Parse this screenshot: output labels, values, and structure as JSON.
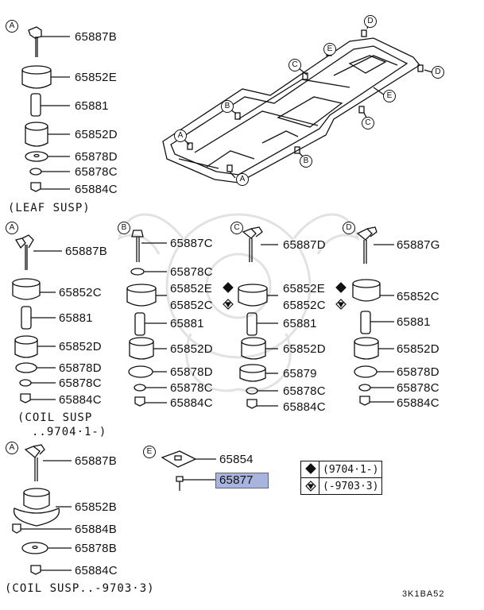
{
  "diagram": {
    "labels": {
      "a_bolt": "65887B",
      "a_upper_bush": "65852E",
      "a_collar": "65881",
      "a_lower_bush": "65852D",
      "a_washer": "65878D",
      "a_washer_small": "65878C",
      "a_nut": "65884C",
      "leaf_note": "(LEAF SUSP)",
      "a2_bolt": "65887B",
      "a2_upper_bush": "65852C",
      "a2_collar": "65881",
      "a2_lower_bush": "65852D",
      "a2_washer": "65878D",
      "a2_washer_small": "65878C",
      "a2_nut": "65884C",
      "coil_note_1": "(COIL SUSP",
      "coil_note_2": "..9704·1-)",
      "b_bolt": "65887C",
      "b_washer_small": "65878C",
      "b_upper_bush_1": "65852E",
      "b_upper_bush_2": "65852C",
      "b_collar": "65881",
      "b_lower_bush": "65852D",
      "b_washer": "65878D",
      "b_washer_small2": "65878C",
      "b_nut": "65884C",
      "c_bolt": "65887D",
      "c_upper_bush_1": "65852E",
      "c_upper_bush_2": "65852C",
      "c_collar": "65881",
      "c_lower_bush": "65852D",
      "c_spacer": "65879",
      "c_washer_small": "65878C",
      "c_nut": "65884C",
      "d_bolt": "65887G",
      "d_upper_bush": "65852C",
      "d_collar": "65881",
      "d_lower_bush": "65852D",
      "d_washer": "65878D",
      "d_washer_small": "65878C",
      "d_nut": "65884C",
      "e_plate": "65854",
      "e_bolt": "65877",
      "a3_bolt": "65887B",
      "a3_bush": "65852B",
      "a3_nut_upper": "65884B",
      "a3_washer": "65878B",
      "a3_nut": "65884C",
      "coil_note_3": "(COIL SUSP..-9703·3)",
      "doc_code": "3K1BA52"
    },
    "callouts": {
      "a": "A",
      "b": "B",
      "c": "C",
      "d": "D",
      "e": "E"
    },
    "legend": {
      "filled_range": "(9704·1-)",
      "outline_range": "(-9703·3)"
    },
    "colors": {
      "highlight": "#a8b3de",
      "line": "#111111",
      "watermark": "#e6e6e6"
    }
  }
}
